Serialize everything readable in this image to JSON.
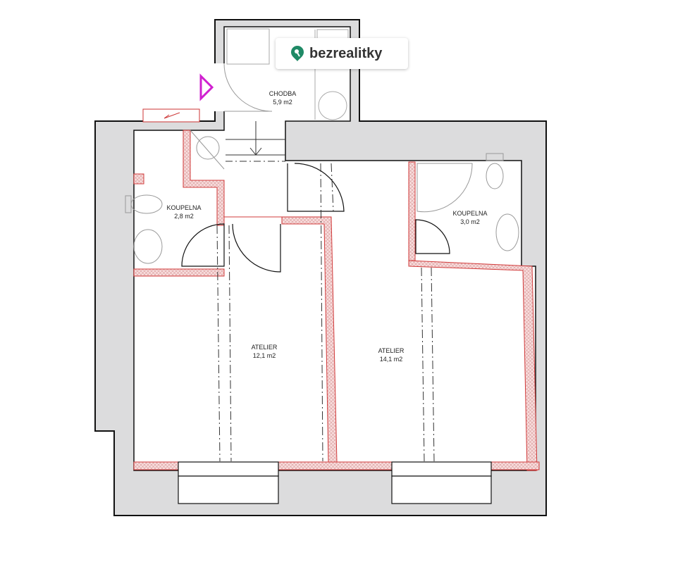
{
  "brand": {
    "name": "bezrealitky",
    "color": "#1f8a66"
  },
  "rooms": [
    {
      "name": "CHODBA",
      "area": "5,9  m2"
    },
    {
      "name": "KOUPELNA",
      "area": "2,8  m2"
    },
    {
      "name": "KOUPELNA",
      "area": "3,0  m2"
    },
    {
      "name": "ATELIER",
      "area": "12,1  m2"
    },
    {
      "name": "ATELIER",
      "area": "14,1  m2"
    }
  ],
  "colors": {
    "wall": "#dcdcdd",
    "partition": "#f3c6c6",
    "partition_edge": "#d23b3b",
    "entry_marker": "#d020d0"
  }
}
